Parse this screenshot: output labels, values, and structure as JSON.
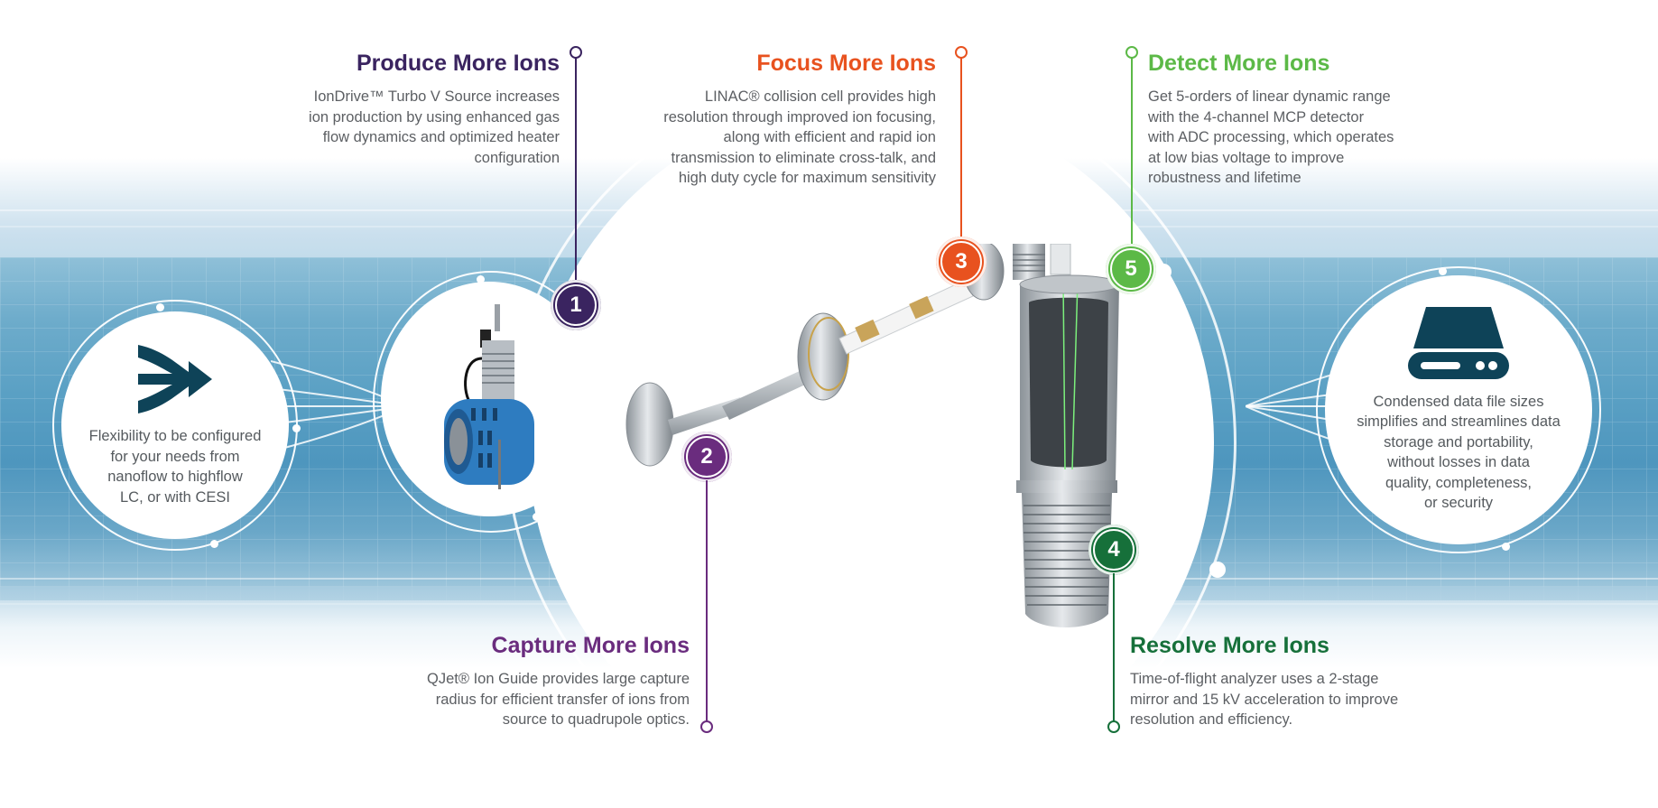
{
  "colors": {
    "produce": "#3a2460",
    "capture": "#6a2c7e",
    "focus": "#e8521f",
    "resolve": "#16703a",
    "detect": "#5cb947",
    "icon_dark": "#0e4358",
    "body_text": "#5c5f63"
  },
  "steps": [
    {
      "number": "1",
      "title": "Produce More Ions",
      "description_lines": [
        "IonDrive™ Turbo V Source increases",
        "ion production by using enhanced gas",
        "flow dynamics and optimized heater",
        "configuration"
      ]
    },
    {
      "number": "2",
      "title": "Capture More Ions",
      "description_lines": [
        "QJet® Ion Guide provides large capture",
        "radius for efficient transfer of ions from",
        "source to quadrupole optics."
      ]
    },
    {
      "number": "3",
      "title": "Focus More Ions",
      "description_lines": [
        "LINAC® collision cell provides high",
        "resolution through improved ion focusing,",
        "along with efficient and rapid ion",
        "transmission to eliminate cross-talk, and",
        "high duty cycle for maximum sensitivity"
      ]
    },
    {
      "number": "4",
      "title": "Resolve More Ions",
      "description_lines": [
        "Time-of-flight analyzer uses a 2-stage",
        "mirror and 15 kV acceleration to improve",
        "resolution and efficiency."
      ]
    },
    {
      "number": "5",
      "title": "Detect More Ions",
      "description_lines": [
        "Get 5-orders of linear dynamic range",
        "with the 4-channel MCP detector",
        "with ADC processing, which operates",
        "at low bias voltage to improve",
        "robustness and lifetime"
      ]
    }
  ],
  "left_bubble": {
    "icon": "merge-arrow-icon",
    "text_lines": [
      "Flexibility to be configured",
      "for your needs from",
      "nanoflow to highflow",
      "LC, or with CESI"
    ]
  },
  "right_bubble": {
    "icon": "hard-drive-icon",
    "text_lines": [
      "Condensed data file sizes",
      "simplifies and streamlines data",
      "storage and portability,",
      "without losses in data",
      "quality, completeness,",
      "or security"
    ]
  }
}
